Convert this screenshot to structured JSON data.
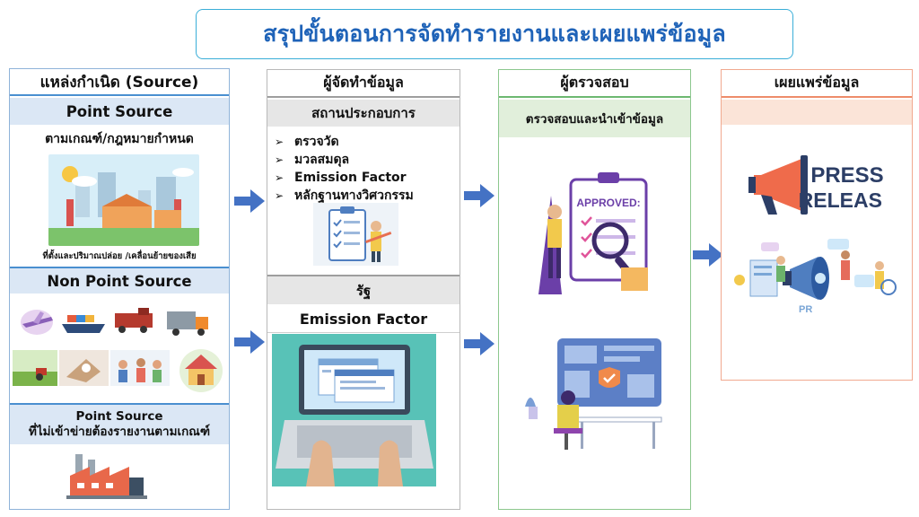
{
  "title": "สรุปขั้นตอนการจัดทำรายงานและเผยแพร่ข้อมูล",
  "source": {
    "header": "แหล่งกำเนิด (Source)",
    "point_source": "Point Source",
    "criteria": "ตามเกณฑ์/กฎหมายกำหนด",
    "caption": "ที่ตั้งและปริมาณปล่อย  /เคลื่อนย้ายของเสีย",
    "non_point_source": "Non Point Source",
    "point_source_2_line1": "Point Source",
    "point_source_2_line2": "ที่ไม่เข้าข่ายต้องรายงานตามเกณฑ์"
  },
  "preparer": {
    "header": "ผู้จัดทำข้อมูล",
    "operator": "สถานประกอบการ",
    "methods": [
      "ตรวจวัด",
      "มวลสมดุล",
      "Emission Factor",
      "หลักฐานทางวิศวกรรม"
    ],
    "state": "รัฐ",
    "state_method": "Emission Factor"
  },
  "reviewer": {
    "header": "ผู้ตรวจสอบ",
    "task": "ตรวจสอบและนำเข้าข้อมูล",
    "approved_text": "APPROVED:"
  },
  "publish": {
    "header": "เผยแพร่ข้อมูล",
    "press_line1": "PRESS",
    "press_line2": "RELEASE",
    "pr_text": "PR"
  },
  "colors": {
    "title": "#1f63b8",
    "arrow": "#4472c4",
    "source_band": "#dbe7f5",
    "preparer_band": "#e6e6e6",
    "reviewer_band": "#e1efdb",
    "publish_band": "#fbe4d8",
    "press_orange": "#ef6b4b"
  },
  "icons": [
    "factory-illustration",
    "airplane-icon",
    "ship-icon",
    "train-icon",
    "truck-icon",
    "farm-tractor-icon",
    "cooking-icon",
    "people-icon",
    "house-icon",
    "factory-icon",
    "clipboard-icon",
    "laptop-icon",
    "approved-clipboard-icon",
    "data-desk-icon",
    "megaphone-icon",
    "pr-megaphone-icon",
    "arrow-right-icon"
  ]
}
